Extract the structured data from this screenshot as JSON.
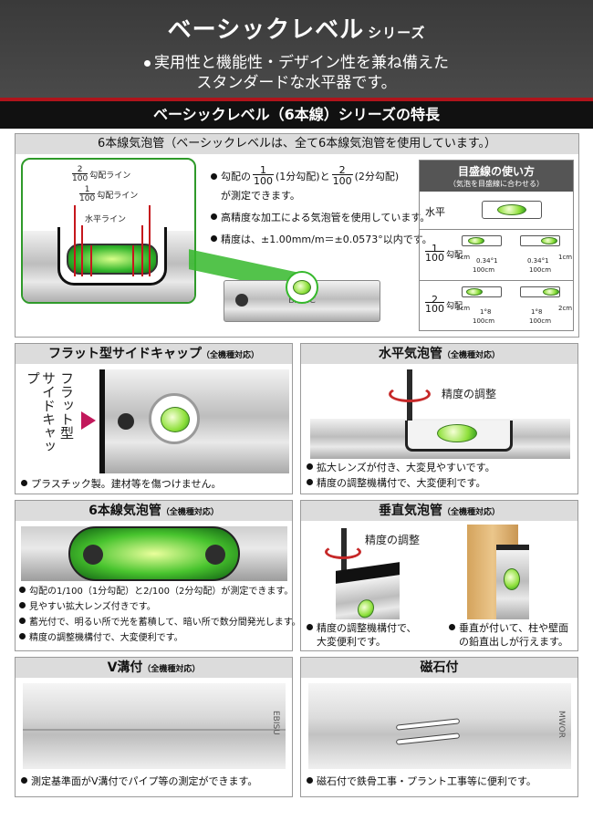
{
  "header": {
    "title": "ベーシックレベル",
    "title_suffix": "シリーズ",
    "line1": "実用性と機能性・デザイン性を兼ね備えた",
    "line2": "スタンダードな水平器です。"
  },
  "section_title": "ベーシックレベル（6本線）シリーズの特長",
  "top_panel": {
    "heading": "6本線気泡管（ベーシックレベルは、全て6本線気泡管を使用しています。）",
    "diagram": {
      "label_2_100_num": "2",
      "label_2_100_den": "100",
      "label_2_100": "勾配ライン",
      "label_1_100_num": "1",
      "label_1_100_den": "100",
      "label_1_100": "勾配ライン",
      "label_level": "水平ライン"
    },
    "bullets": {
      "b1_pre": "勾配の",
      "b1_frac1_num": "1",
      "b1_frac1_den": "100",
      "b1_mid": "(1分勾配)と",
      "b1_frac2_num": "2",
      "b1_frac2_den": "100",
      "b1_post": "(2分勾配)",
      "b1_line2": "が測定できます。",
      "b2": "高精度な加工による気泡管を使用しています。",
      "b3": "精度は、±1.00mm/m＝±0.0573°以内です。"
    },
    "usage_table": {
      "title": "目盛線の使い方",
      "subtitle": "（気泡を目盛線に合わせる）",
      "row1_label": "水平",
      "row2_num": "1",
      "row2_den": "100",
      "row2_suffix": "勾配",
      "row2_left_h": "1cm",
      "row2_left_ratio": "0.34°1",
      "row2_left_w": "100cm",
      "row2_right_h": "1cm",
      "row2_right_ratio": "0.34°1",
      "row2_right_w": "100cm",
      "row3_num": "2",
      "row3_den": "100",
      "row3_suffix": "勾配",
      "row3_left_h": "2cm",
      "row3_left_ratio": "1°8",
      "row3_left_w": "100cm",
      "row3_right_h": "2cm",
      "row3_right_ratio": "1°8",
      "row3_right_w": "100cm"
    },
    "product_label": "BASIC"
  },
  "panel_flat": {
    "heading": "フラット型サイドキャップ",
    "note": "（全機種対応）",
    "side_col1": "フラット型",
    "side_col2": "サイドキャップ",
    "bullet": "プラスチック製。建材等を傷つけません。"
  },
  "panel_horizontal": {
    "heading": "水平気泡管",
    "note": "（全機種対応）",
    "callout": "精度の調整",
    "bullet1": "拡大レンズが付き、大変見やすいです。",
    "bullet2": "精度の調整機構付で、大変便利です。"
  },
  "panel_six": {
    "heading": "6本線気泡管",
    "note": "（全機種対応）",
    "bullet1": "勾配の1/100（1分勾配）と2/100（2分勾配）が測定できます。",
    "bullet2": "見やすい拡大レンズ付きです。",
    "bullet3": "蓄光付で、明るい所で光を蓄積して、暗い所で数分間発光します。",
    "bullet4": "精度の調整機構付で、大変便利です。"
  },
  "panel_vertical": {
    "heading": "垂直気泡管",
    "note": "（全機種対応）",
    "callout": "精度の調整",
    "left_line1": "精度の調整機構付で、",
    "left_line2": "大変便利です。",
    "right_line1": "垂直が付いて、柱や壁面",
    "right_line2": "の鉛直出しが行えます。"
  },
  "panel_vgroove": {
    "heading": "V溝付",
    "note": "（全機種対応）",
    "side_text": "EBISU",
    "bullet": "測定基準面がV溝付でパイプ等の測定ができます。"
  },
  "panel_magnet": {
    "heading": "磁石付",
    "side_text": "MWOR",
    "bullet": "磁石付で鉄骨工事・プラント工事等に便利です。"
  },
  "colors": {
    "red": "#b0141b",
    "green": "#35b82b",
    "header_bg": "#3a3a3a"
  }
}
